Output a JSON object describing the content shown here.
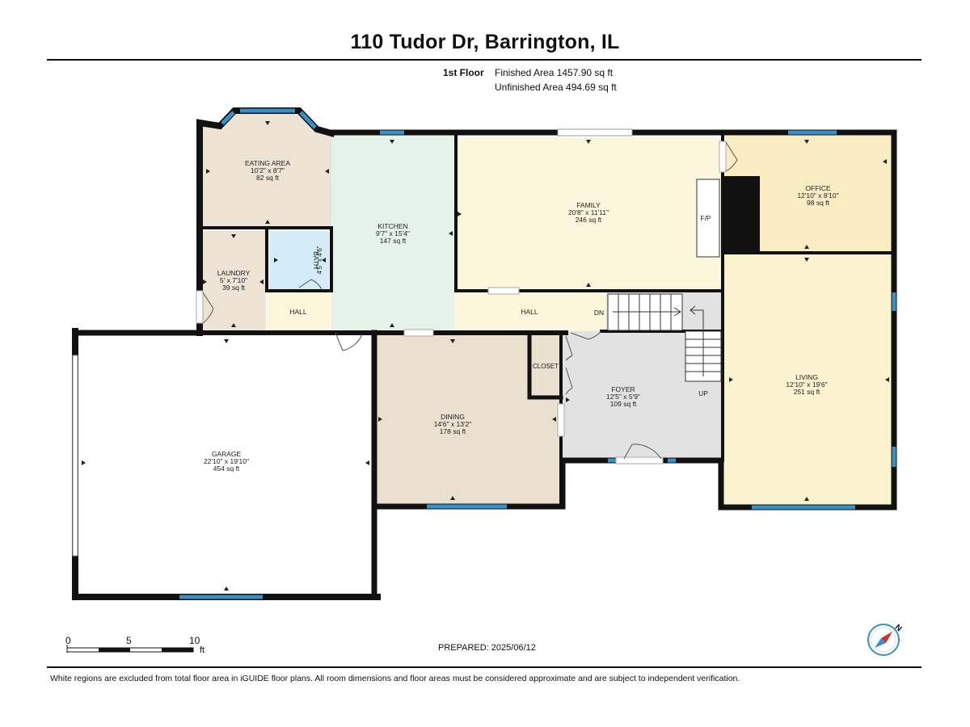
{
  "header": {
    "title": "110 Tudor Dr, Barrington, IL",
    "floor_label": "1st Floor",
    "finished_area": "Finished Area 1457.90 sq ft",
    "unfinished_area": "Unfinished Area 494.69 sq ft"
  },
  "rooms": {
    "eating_area": {
      "name": "EATING AREA",
      "dims": "10'2\" x 8'7\"",
      "area": "82 sq ft"
    },
    "kitchen": {
      "name": "KITCHEN",
      "dims": "9'7\" x 15'4\"",
      "area": "147 sq ft"
    },
    "family": {
      "name": "FAMILY",
      "dims": "20'8\" x 11'11\"",
      "area": "246 sq ft"
    },
    "office": {
      "name": "OFFICE",
      "dims": "12'10\" x 8'10\"",
      "area": "98 sq ft"
    },
    "laundry": {
      "name": "LAUNDRY",
      "dims": "5' x 7'10\"",
      "area": "39 sq ft"
    },
    "bath": {
      "name": "BATH",
      "dims": "4'5\" x 4'6\""
    },
    "hall_left": {
      "name": "HALL"
    },
    "hall_right": {
      "name": "HALL"
    },
    "garage": {
      "name": "GARAGE",
      "dims": "22'10\" x 19'10\"",
      "area": "454 sq ft"
    },
    "dining": {
      "name": "DINING",
      "dims": "14'6\" x 13'2\"",
      "area": "178 sq ft"
    },
    "closet": {
      "name": "CLOSET"
    },
    "foyer": {
      "name": "FOYER",
      "dims": "12'5\" x 5'9\"",
      "area": "109 sq ft"
    },
    "living": {
      "name": "LIVING",
      "dims": "12'10\" x 19'6\"",
      "area": "251 sq ft"
    }
  },
  "markers": {
    "fireplace": "F/P",
    "stairs_down": "DN",
    "stairs_up": "UP"
  },
  "scale_bar": {
    "ticks": [
      "0",
      "5",
      "10"
    ],
    "unit": "ft"
  },
  "prepared": "PREPARED: 2025/06/12",
  "compass": {
    "north": "N"
  },
  "footer": "White regions are excluded from total floor area in iGUIDE floor plans. All room dimensions and floor areas must be considered approximate and are subject to independent verification.",
  "colors": {
    "wall": "#111111",
    "window": "#3a8fc4",
    "eating_area": "#ece3d4",
    "kitchen": "#e5f2ea",
    "family": "#fbf6dc",
    "office": "#fbedc3",
    "laundry": "#ece3d4",
    "bath": "#d3ecf8",
    "hall": "#fbf6dc",
    "dining": "#e9e0d0",
    "foyer": "#e2e2e2",
    "living": "#fbf3cf",
    "garage": "#ffffff"
  }
}
